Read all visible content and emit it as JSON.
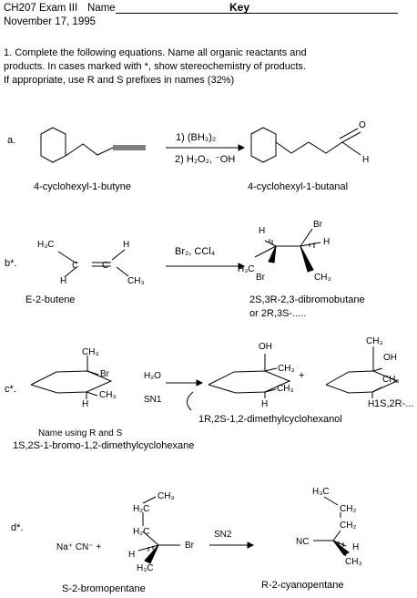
{
  "header": {
    "course": "CH207 Exam III",
    "name_label": "Name",
    "key": "Key",
    "date": "November 17, 1995"
  },
  "instructions": {
    "line1": "1.  Complete the following equations.  Name all organic reactants and",
    "line2": "products.  In cases marked with *, show stereochemistry of products.",
    "line3": "If appropriate, use R and S prefixes in names (32%)"
  },
  "problem_a": {
    "label": "a.",
    "reagent1": "1) (BH₃)₂",
    "reagent2": "2) H₂O₂, ⁻OH",
    "reactant_name": "4-cyclohexyl-1-butyne",
    "product_name": "4-cyclohexyl-1-butanal",
    "atom_O": "O",
    "atom_H": "H"
  },
  "problem_b": {
    "label": "b*.",
    "reagent": "Br₂, CCl₄",
    "reactant_name": "E-2-butene",
    "product_name1": "2S,3R-2,3-dibromobutane",
    "product_name2": "or 2R,3S-.....",
    "r_H3C": "H₃C",
    "r_H_top": "H",
    "r_C_left": "C",
    "r_C_right": "C",
    "r_H_bottom": "H",
    "r_CH3": "CH₃",
    "p_H_top": "H",
    "p_Br_top": "Br",
    "p_H3C": "H₃C",
    "p_H_right": "H",
    "p_Br_bottom": "Br",
    "p_CH3": "CH₃"
  },
  "problem_c": {
    "label": "c*.",
    "reagent1": "H₂O",
    "reagent2": "SN1",
    "name_note": "Name using R and S",
    "reactant_name": "1S,2S-1-bromo-1,2-dimethylcyclohexane",
    "product_name": "1R,2S-1,2-dimethylcyclohexanol",
    "second_product_name": "1S,2R-...",
    "plus": "+",
    "r_CH3_top": "CH₃",
    "r_Br": "Br",
    "r_CH3": "CH₃",
    "r_H": "H",
    "p1_OH": "OH",
    "p1_CH3_a": "CH₃",
    "p1_CH3_b": "CH₃",
    "p1_H": "H",
    "p2_CH3_top": "CH₃",
    "p2_OH": "OH",
    "p2_CH3": "CH₃",
    "p2_H": "H"
  },
  "problem_d": {
    "label": "d*.",
    "reagent_left": "Na⁺ CN⁻  +",
    "reagent": "SN2",
    "reactant_name": "S-2-bromopentane",
    "product_name": "R-2-cyanopentane",
    "r_CH3_top": "CH₃",
    "r_H2C_a": "H₂C",
    "r_H2C_b": "H₂C",
    "r_H": "H",
    "r_Br": "Br",
    "r_H3C": "H₃C",
    "p_H3C": "H₃C",
    "p_CH2_a": "CH₂",
    "p_CH2_b": "CH₂",
    "p_NC": "NC",
    "p_H": "H",
    "p_CH3": "CH₃"
  }
}
